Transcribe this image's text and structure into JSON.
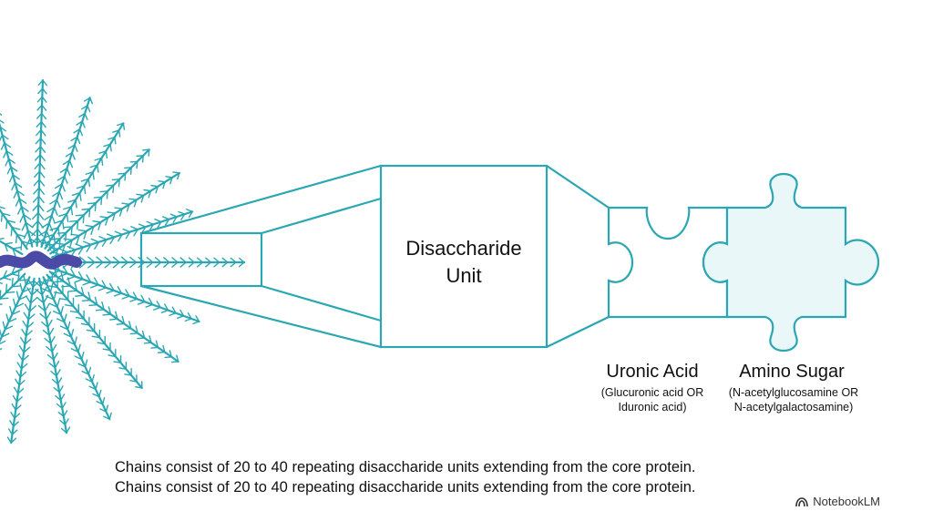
{
  "unit_label_line1": "Disaccharide",
  "unit_label_line2": "Unit",
  "uronic": {
    "title": "Uronic Acid",
    "subtitle": "(Glucuronic acid OR Iduronic acid)"
  },
  "amino": {
    "title": "Amino Sugar",
    "subtitle": "(N-acetylglucosamine OR N-acetylgalactosamine)"
  },
  "captions": [
    "Chains consist of 20 to 40 repeating disaccharide units extending from the core protein.",
    "Chains consist of 20 to 40 repeating disaccharide units extending from the core protein."
  ],
  "brand": "NotebookLM",
  "colors": {
    "teal": "#2aa7b3",
    "core": "#4b4aa6",
    "puzzle_fill": "#e9f7f9"
  }
}
